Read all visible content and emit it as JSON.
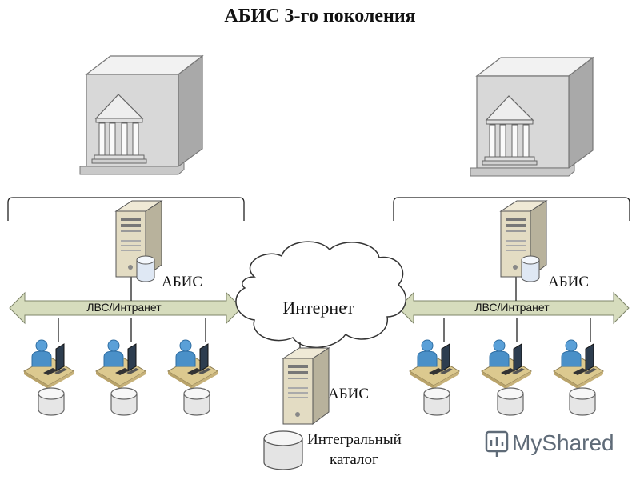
{
  "title": "АБИС 3-го поколения",
  "labels": {
    "abis": "АБИС",
    "lan": "ЛВС/Интранет",
    "internet": "Интернет",
    "catalog_line1": "Интегральный",
    "catalog_line2": "каталог"
  },
  "watermark": "MyShared",
  "colors": {
    "lan_arrow": "#d6dcbd",
    "cloud_stroke": "#333333",
    "workstation_person": "#4a90c8",
    "desk": "#d9c68e"
  },
  "icons": [
    "library-building-icon",
    "server-icon",
    "database-icon",
    "workstation-icon",
    "cloud-icon"
  ]
}
